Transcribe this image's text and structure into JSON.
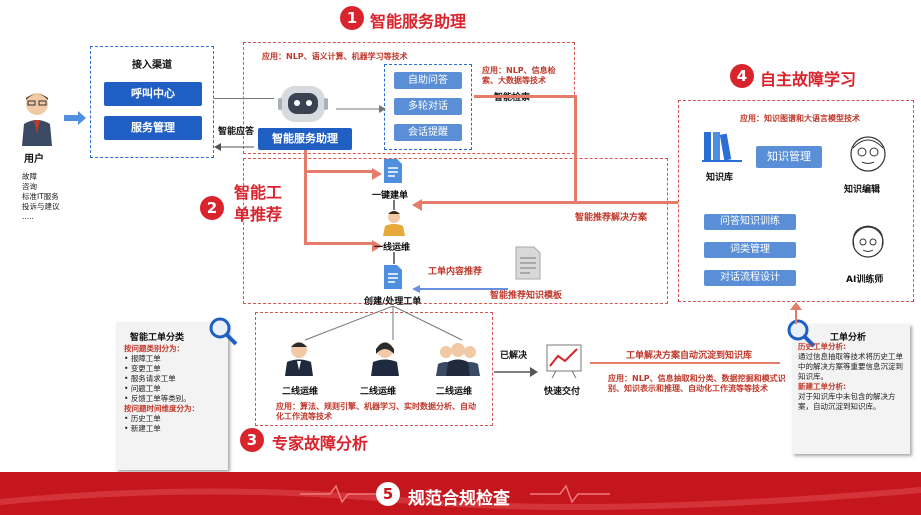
{
  "sections": {
    "s1": {
      "num": "1",
      "title": "智能服务助理"
    },
    "s2": {
      "num": "2",
      "title_line1": "智能工",
      "title_line2": "单推荐"
    },
    "s3": {
      "num": "3",
      "title": "专家故障分析"
    },
    "s4": {
      "num": "4",
      "title": "自主故障学习"
    },
    "s5": {
      "num": "5",
      "title": "规范合规检查"
    }
  },
  "user": {
    "label": "用户",
    "items": [
      "故障",
      "咨询",
      "标准IT服务",
      "投诉与建议",
      "....."
    ]
  },
  "access": {
    "title": "接入渠道",
    "buttons": [
      "呼叫中心",
      "服务管理"
    ]
  },
  "assistant": {
    "app_text": "应用：NLP、语义计算、机器学习等技术",
    "name": "智能服务助理",
    "reply_label": "智能应答",
    "modules": [
      "自助问答",
      "多轮对话",
      "会话提醒"
    ],
    "search_app": "应用：NLP、信息检索、大数据等技术",
    "search_label": "智能检索"
  },
  "workorder": {
    "create": "一键建单",
    "frontline": "一线运维",
    "process": "创建/处理工单",
    "recommend_label": "工单内容推荐",
    "template_label": "智能推荐知识模板",
    "solution_label": "智能推荐解决方案"
  },
  "classify": {
    "title": "智能工单分类",
    "by_type_title": "按问题类别分为：",
    "by_type": [
      "报障工单",
      "变更工单",
      "服务请求工单",
      "问题工单",
      "反馈工单等类别。"
    ],
    "by_time_title": "按问题时间维度分为：",
    "by_time": [
      "历史工单",
      "新建工单"
    ]
  },
  "expert": {
    "people": [
      "二线运维",
      "二线运维",
      "二线运维"
    ],
    "app_text": "应用：算法、规则引擎、机器学习、实时数据分析、自动化工作流等技术",
    "resolved": "已解决",
    "delivery": "快速交付",
    "sink_label": "工单解决方案自动沉淀到知识库",
    "nlp_text": "应用：NLP、信息抽取和分类、数据挖掘和模式识别、知识表示和推理、自动化工作流等等技术"
  },
  "learning": {
    "app_text": "应用：知识图谱和大语言模型技术",
    "kb_label": "知识库",
    "km_btn": "知识管理",
    "editor_label": "知识编辑",
    "btns": [
      "问答知识训练",
      "词类管理",
      "对话流程设计"
    ],
    "trainer_label": "AI训练师"
  },
  "analysis": {
    "title": "工单分析",
    "hist_title": "历史工单分析:",
    "hist_text": "通过信息抽取等技术将历史工单中的解决方案等重要信息沉淀到知识库。",
    "new_title": "新建工单分析:",
    "new_text": "对于知识库中未包含的解决方案，自动沉淀到知识库。"
  },
  "colors": {
    "red": "#d9232d",
    "blue": "#1f5fc4",
    "banner": "#c4161c"
  }
}
